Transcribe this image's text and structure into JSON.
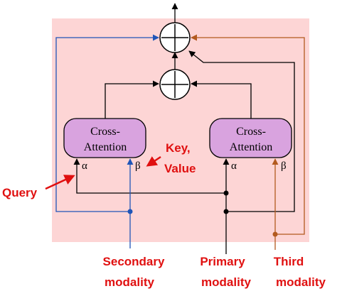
{
  "blocks": {
    "left_attention": {
      "line1": "Cross-",
      "line2": "Attention"
    },
    "right_attention": {
      "line1": "Cross-",
      "line2": "Attention"
    }
  },
  "ports": {
    "alpha": "α",
    "beta": "β"
  },
  "annotations": {
    "query": "Query",
    "key_value_line1": "Key,",
    "key_value_line2": "Value"
  },
  "inputs": {
    "secondary_line1": "Secondary",
    "secondary_line2": "modality",
    "primary_line1": "Primary",
    "primary_line2": "modality",
    "third_line1": "Third",
    "third_line2": "modality"
  },
  "colors": {
    "background_panel": "#fdd5d5",
    "attention_fill": "#d9a3df",
    "line_black": "#000000",
    "line_blue": "#1f55b8",
    "line_orange": "#b35a1f",
    "annotation_red": "#e01010"
  }
}
